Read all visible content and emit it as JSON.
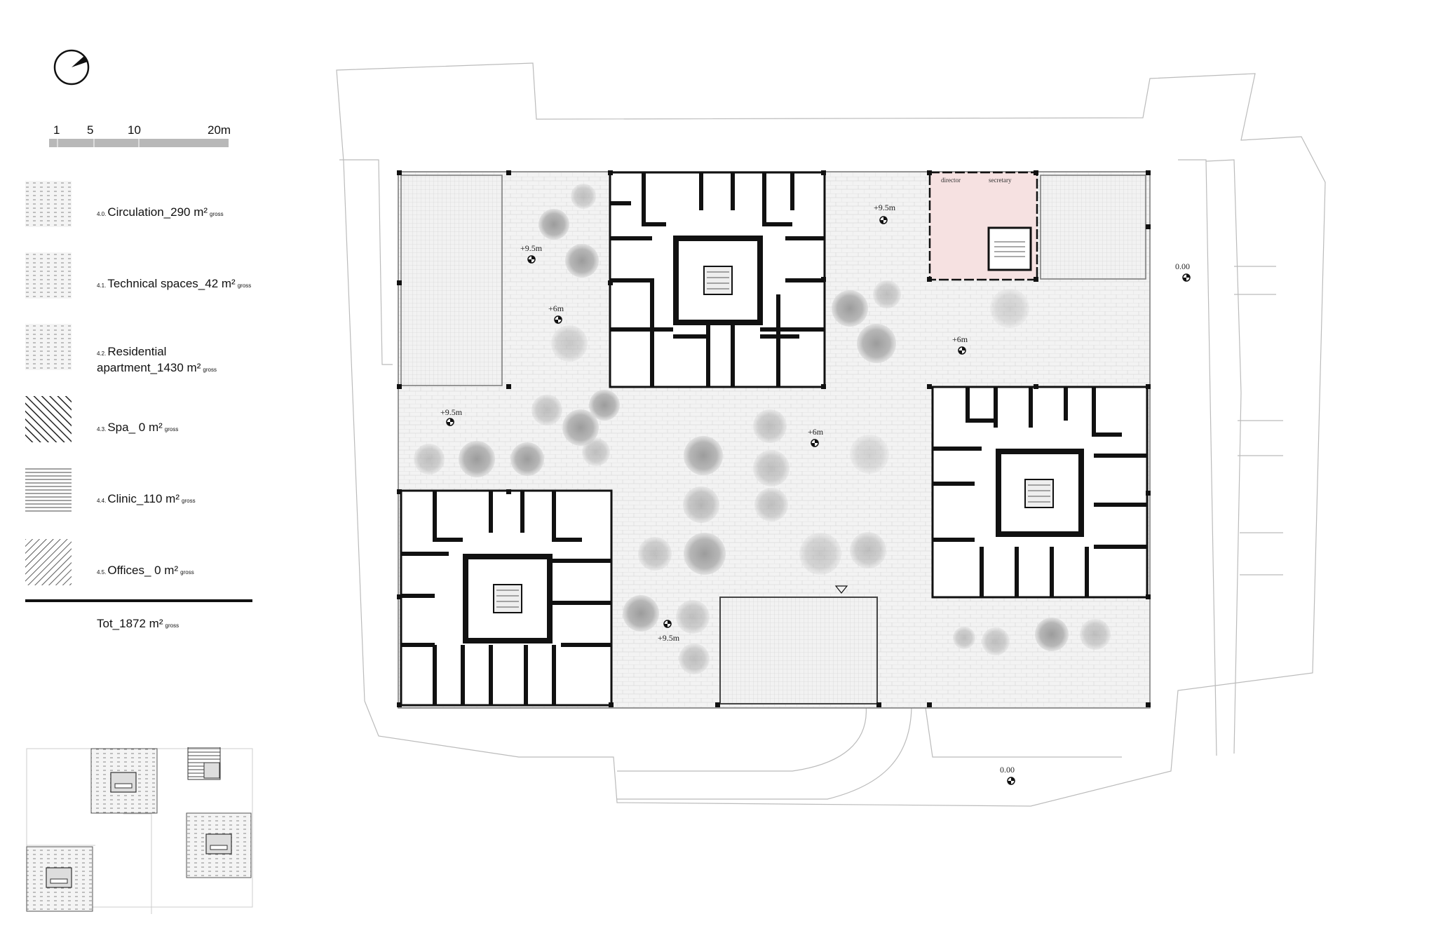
{
  "scale_bar": {
    "labels": [
      "1",
      "5",
      "10",
      "20m"
    ]
  },
  "legend": [
    {
      "num": "4.0.",
      "label": "Circulation_290 m²",
      "sub": "gross",
      "pattern": "dash"
    },
    {
      "num": "4.1.",
      "label": "Technical spaces_42 m²",
      "sub": "gross",
      "pattern": "dash"
    },
    {
      "num": "4.2.",
      "label": "Residential",
      "label2": "apartment_1430 m²",
      "sub": "gross",
      "pattern": "dash"
    },
    {
      "num": "4.3.",
      "label": "Spa_ 0 m²",
      "sub": "gross",
      "pattern": "diag"
    },
    {
      "num": "4.4.",
      "label": "Clinic_110 m²",
      "sub": "gross",
      "pattern": "horiz"
    },
    {
      "num": "4.5.",
      "label": "Offices_ 0 m²",
      "sub": "gross",
      "pattern": "diag2"
    }
  ],
  "total": {
    "label": "Tot_1872 m²",
    "sub": "gross"
  },
  "plan": {
    "levels": [
      "+9.5m",
      "+6m",
      "+9.5m",
      "+6m",
      "+9.5m",
      "+6m",
      "+9.5m",
      "0.00",
      "0.00"
    ],
    "rooms": [
      "director",
      "secretary"
    ],
    "colors": {
      "office_fill": "#f6e1e1",
      "wall": "#111111",
      "paving": "#eeeeee",
      "tree": "#bdbdbd"
    }
  }
}
